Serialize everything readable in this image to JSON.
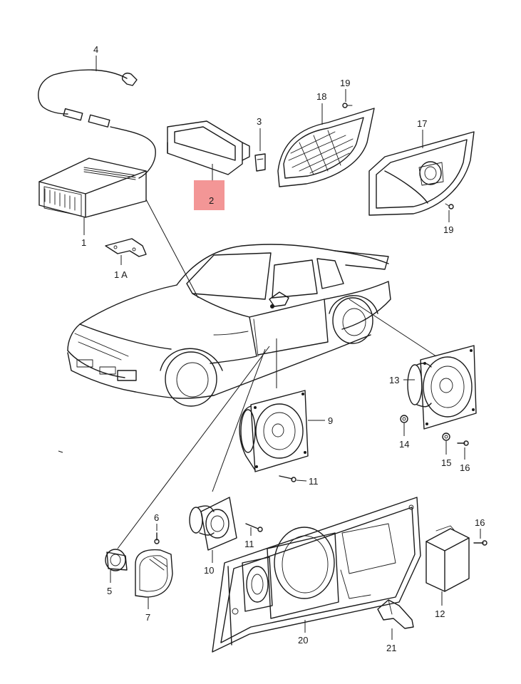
{
  "diagram": {
    "callouts": [
      {
        "id": "c1",
        "label": "1"
      },
      {
        "id": "c1a",
        "label": "1 A"
      },
      {
        "id": "c2",
        "label": "2"
      },
      {
        "id": "c3",
        "label": "3"
      },
      {
        "id": "c4",
        "label": "4"
      },
      {
        "id": "c5",
        "label": "5"
      },
      {
        "id": "c6",
        "label": "6"
      },
      {
        "id": "c7",
        "label": "7"
      },
      {
        "id": "c9",
        "label": "9"
      },
      {
        "id": "c10",
        "label": "10"
      },
      {
        "id": "c11a",
        "label": "11"
      },
      {
        "id": "c11b",
        "label": "11"
      },
      {
        "id": "c12",
        "label": "12"
      },
      {
        "id": "c13",
        "label": "13"
      },
      {
        "id": "c14",
        "label": "14"
      },
      {
        "id": "c15",
        "label": "15"
      },
      {
        "id": "c16a",
        "label": "16"
      },
      {
        "id": "c16b",
        "label": "16"
      },
      {
        "id": "c17",
        "label": "17"
      },
      {
        "id": "c18",
        "label": "18"
      },
      {
        "id": "c19a",
        "label": "19"
      },
      {
        "id": "c19b",
        "label": "19"
      },
      {
        "id": "c20",
        "label": "20"
      },
      {
        "id": "c21",
        "label": "21"
      }
    ],
    "highlighted": "2",
    "highlight_color": "#f28b8b"
  }
}
